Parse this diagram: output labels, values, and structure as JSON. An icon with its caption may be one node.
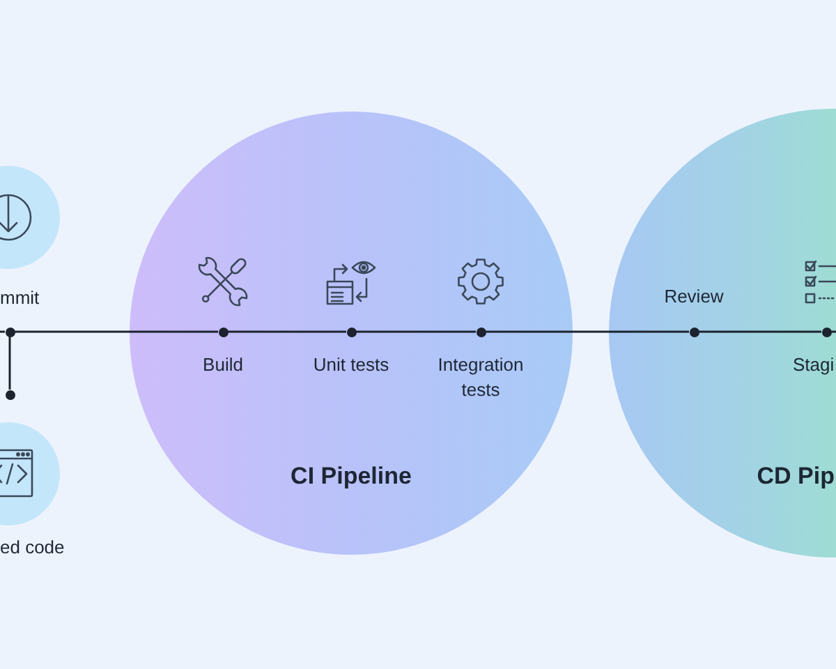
{
  "diagram": {
    "nodes": [
      {
        "text": [
          "mmit"
        ]
      },
      {
        "text": [],
        "shape": "circle"
      },
      {
        "text": [],
        "shape": "circle"
      },
      {
        "text": [
          "ed code"
        ]
      },
      {
        "text": [
          "CI Pipeline"
        ]
      },
      {
        "text": [],
        "shape": "circle",
        "in": 4,
        "beside": [
          "Build"
        ]
      },
      {
        "text": [],
        "shape": "circle",
        "in": 4,
        "beside": [
          "Unit tests"
        ]
      },
      {
        "text": [],
        "shape": "circle",
        "in": 4,
        "beside": [
          "Integration tests"
        ]
      },
      {
        "text": [
          "CD Pip"
        ]
      },
      {
        "text": [],
        "shape": "circle",
        "in": 8,
        "beside": [
          "Review"
        ]
      },
      {
        "text": [],
        "shape": "circle",
        "in": 8,
        "beside": [
          "Stagi"
        ]
      }
    ],
    "edges": [
      {
        "from": null,
        "to": 1,
        "arrow": "none"
      },
      {
        "from": 1,
        "to": 2,
        "arrow": "none"
      },
      {
        "from": 1,
        "to": 5,
        "arrow": "none"
      },
      {
        "from": 5,
        "to": 6,
        "arrow": "none"
      },
      {
        "from": 6,
        "to": 7,
        "arrow": "none"
      },
      {
        "from": 7,
        "to": 9,
        "arrow": "none"
      },
      {
        "from": 9,
        "to": 10,
        "arrow": "none"
      },
      {
        "from": 10,
        "to": null,
        "arrow": "none"
      }
    ]
  }
}
